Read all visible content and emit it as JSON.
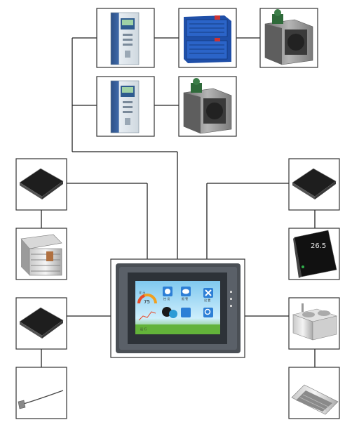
{
  "diagram": {
    "hmi_screen": {
      "gauge_value": "75",
      "menu_labels": [
        "全 示",
        "控 设",
        "报 警",
        "设 置",
        "运 行"
      ]
    },
    "thermostat_display": "26.5",
    "colors": {
      "line": "#222222",
      "box_border": "#333333",
      "vfd_body": "#dfe6ec",
      "vfd_side": "#2b4f86",
      "purifier": "#1f4fa8",
      "fan_housing": "#8f8f8f",
      "chip": "#1e1e1e",
      "hmi_bezel": "#4a4f55",
      "hmi_sky": "#7fc8ef",
      "hmi_grass": "#63b33a"
    }
  }
}
